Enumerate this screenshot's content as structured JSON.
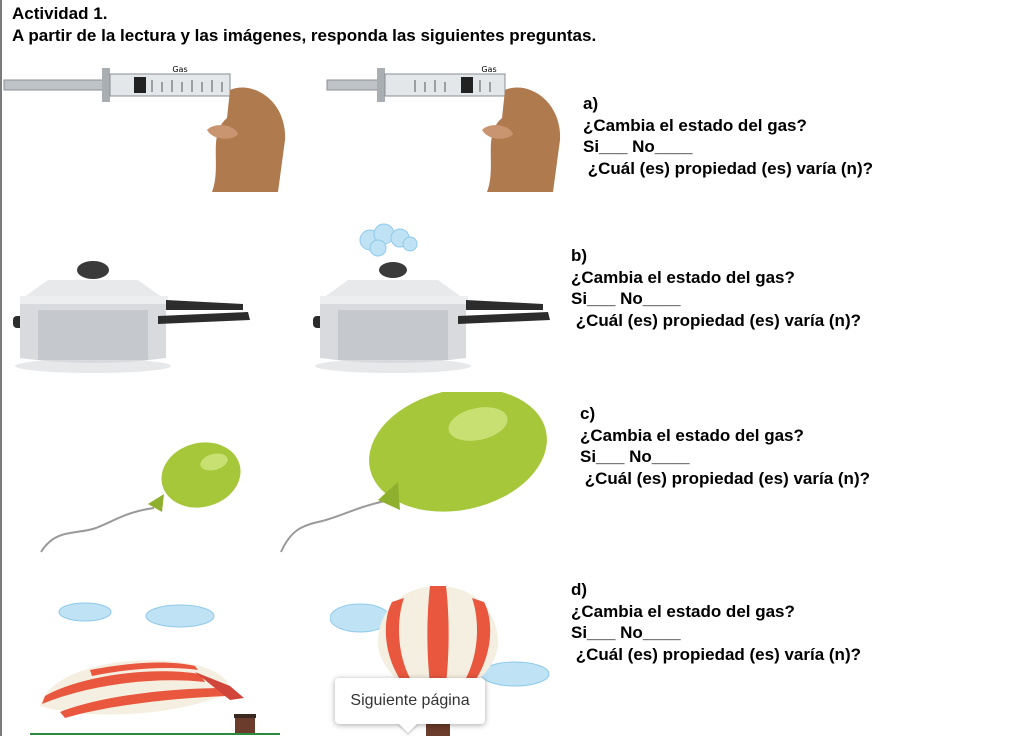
{
  "header": {
    "activity": "Actividad 1.",
    "instruction": "A partir de la lectura y las imágenes, responda las siguientes preguntas."
  },
  "illustrations": {
    "syringe_label": "Gas"
  },
  "questions": [
    {
      "letter": "a)",
      "question": "¿Cambia el estado del gas?",
      "answer_line": "Si___ No____",
      "property": " ¿Cuál (es) propiedad (es) varía (n)?"
    },
    {
      "letter": "b)",
      "question": "¿Cambia el estado del gas?",
      "answer_line": "Si___ No____",
      "property": " ¿Cuál (es) propiedad (es) varía (n)?"
    },
    {
      "letter": "c)",
      "question": "¿Cambia el estado del gas?",
      "answer_line": "Si___ No____",
      "property": " ¿Cuál (es) propiedad (es) varía (n)?"
    },
    {
      "letter": "d)",
      "question": "¿Cambia el estado del gas?",
      "answer_line": "Si___ No____",
      "property": " ¿Cuál (es) propiedad (es) varía (n)?"
    }
  ],
  "tooltip": {
    "label": "Siguiente página"
  },
  "colors": {
    "skin": "#b07a4f",
    "balloon": "#a6c73a",
    "pot": "#d8dade",
    "stripe_red": "#e8573e",
    "cloud": "#bfe3f5"
  }
}
